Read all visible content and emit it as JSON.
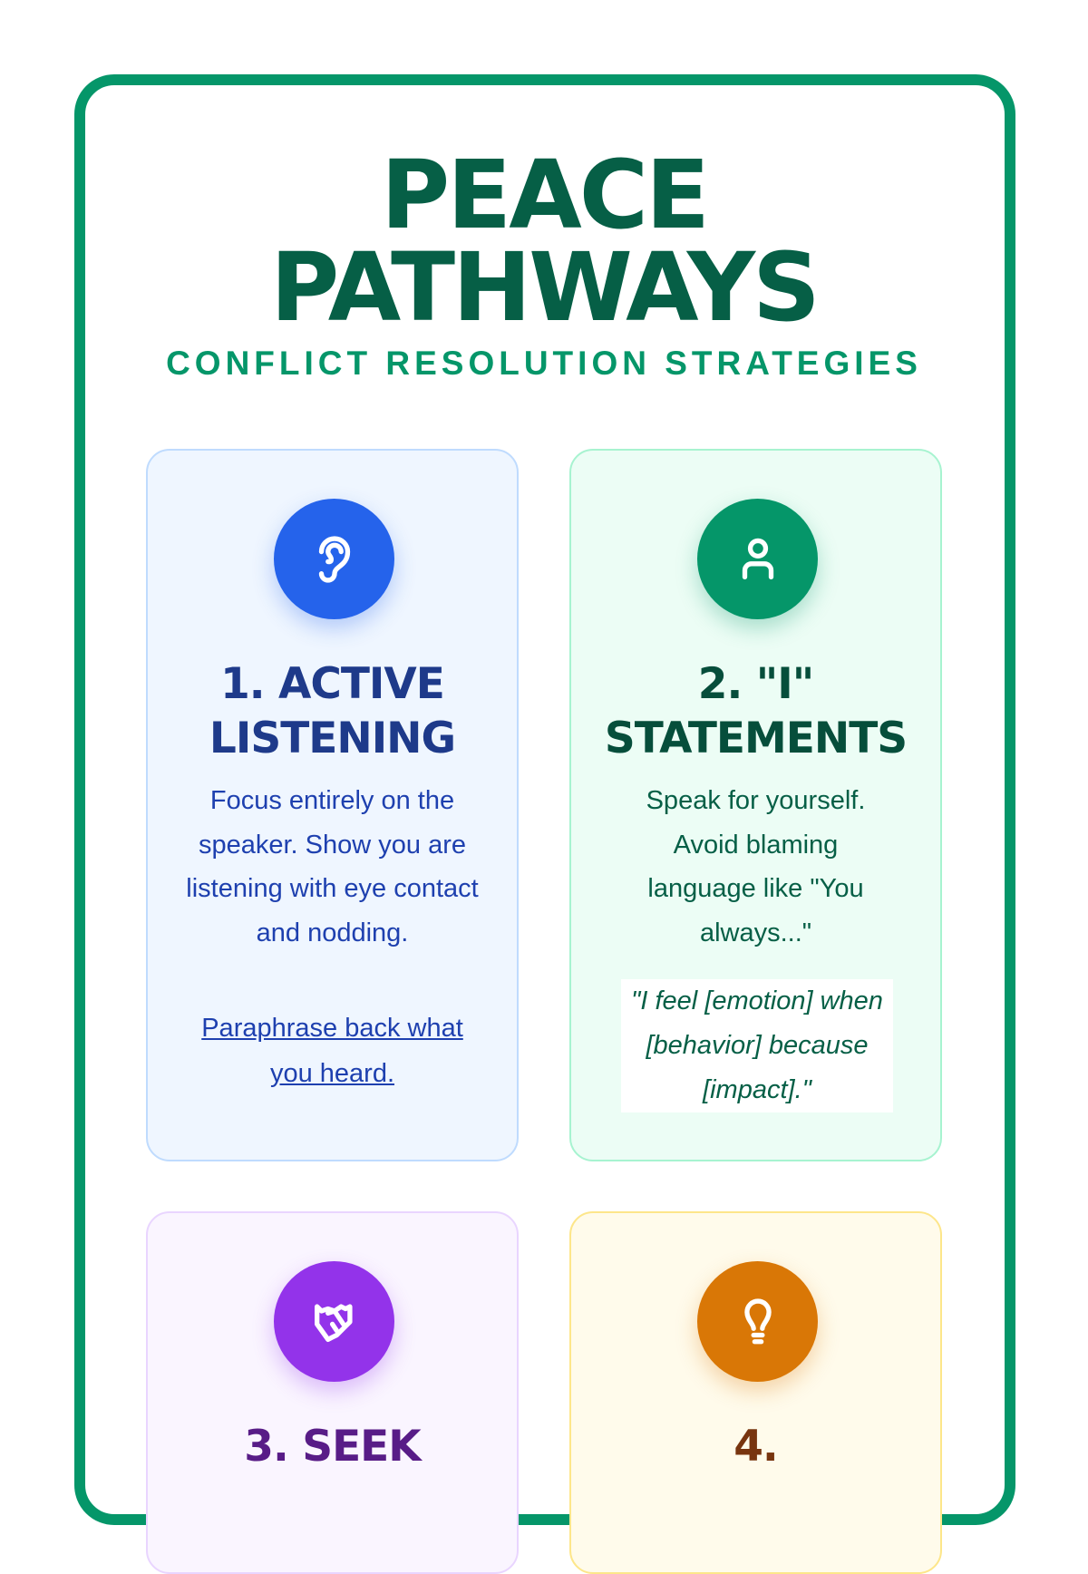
{
  "header": {
    "title_line1": "PEACE",
    "title_line2": "PATHWAYS",
    "subtitle": "CONFLICT RESOLUTION STRATEGIES"
  },
  "cards": [
    {
      "icon": "ear-icon",
      "color": "#2563eb",
      "title_line1": "1. ACTIVE",
      "title_line2": "LISTENING",
      "body": "Focus entirely on the speaker. Show you are listening with eye contact and nodding.",
      "link": "Paraphrase back what you heard."
    },
    {
      "icon": "user-icon",
      "color": "#059669",
      "title_line1": "2. \"I\"",
      "title_line2": "STATEMENTS",
      "body": "Speak for yourself. Avoid blaming language like \"You always...\"",
      "quote": "\"I feel [emotion] when [behavior] because [impact].\""
    },
    {
      "icon": "handshake-icon",
      "color": "#9333ea",
      "title_line1": "3. SEEK"
    },
    {
      "icon": "lightbulb-icon",
      "color": "#d97706",
      "title_line1": "4."
    }
  ]
}
